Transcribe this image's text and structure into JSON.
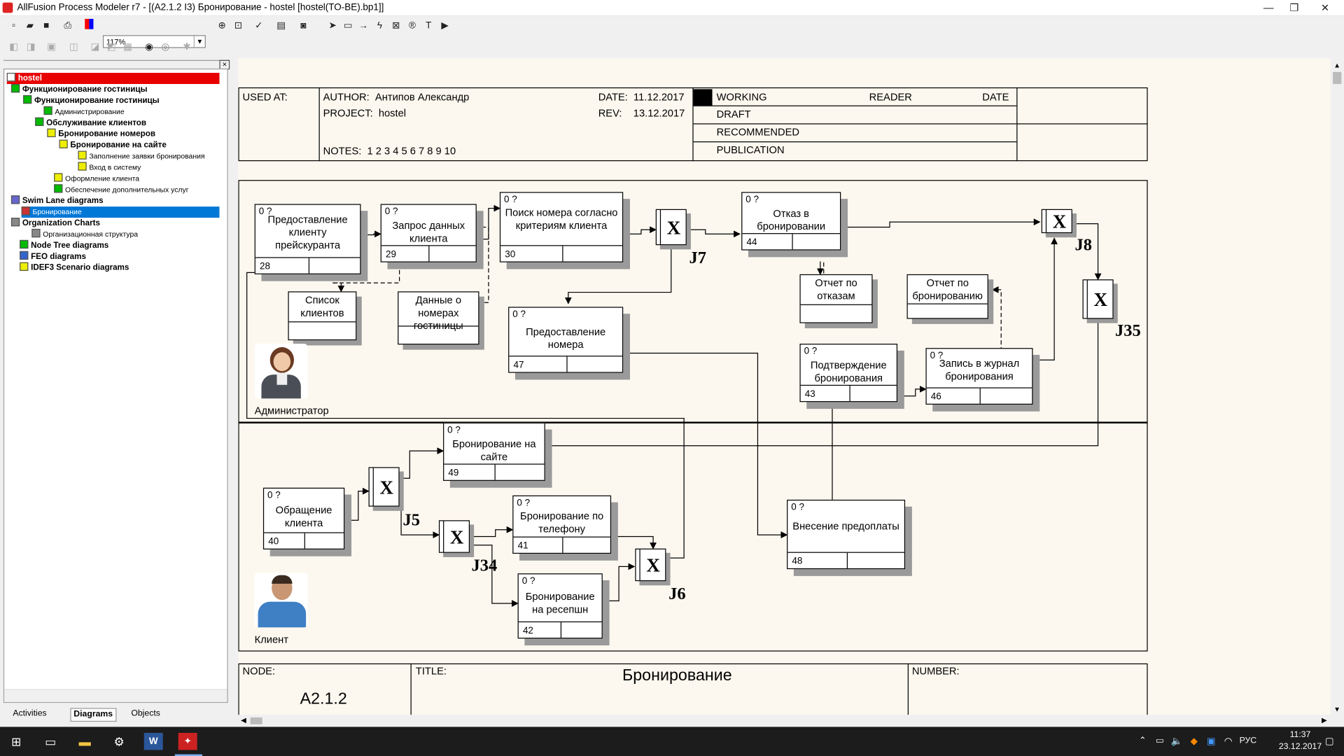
{
  "window": {
    "title": "AllFusion Process Modeler r7 - [(A2.1.2 I3) Бронирование - hostel  [hostel(TO-BE).bp1]]",
    "minimize": "—",
    "maximize": "❐",
    "close": "✕"
  },
  "toolbar": {
    "zoom_value": "117%"
  },
  "tree": {
    "root": "hostel",
    "items": [
      {
        "label": "Функционирование гостиницы"
      },
      {
        "label": "Функционирование гостиницы"
      },
      {
        "label": "Администрирование"
      },
      {
        "label": "Обслуживание клиентов"
      },
      {
        "label": "Бронирование номеров"
      },
      {
        "label": "Бронирование на сайте"
      },
      {
        "label": "Заполнение заявки бронирования"
      },
      {
        "label": "Вход в систему"
      },
      {
        "label": "Оформление клиента"
      },
      {
        "label": "Обеспечение дополнительных услуг"
      },
      {
        "label": "Swim Lane diagrams"
      },
      {
        "label": "Бронирование"
      },
      {
        "label": "Organization Charts"
      },
      {
        "label": "Организационная структура"
      },
      {
        "label": "Node Tree diagrams"
      },
      {
        "label": "FEO diagrams"
      },
      {
        "label": "IDEF3 Scenario diagrams"
      }
    ],
    "tabs": {
      "activities": "Activities",
      "diagrams": "Diagrams",
      "objects": "Objects"
    }
  },
  "header": {
    "used_at": "USED AT:",
    "author_label": "AUTHOR:",
    "author": "Антипов Александр",
    "project_label": "PROJECT:",
    "project": "hostel",
    "date_label": "DATE:",
    "date": "11.12.2017",
    "rev_label": "REV:",
    "rev": "13.12.2017",
    "notes_label": "NOTES:",
    "notes": "1  2  3  4  5  6  7  8  9  10",
    "working": "WORKING",
    "draft": "DRAFT",
    "recommended": "RECOMMENDED",
    "publication": "PUBLICATION",
    "reader": "READER",
    "reader_date": "DATE"
  },
  "diagram": {
    "q": "0 ?",
    "boxes": [
      {
        "text": "Предоставление клиенту прейскуранта",
        "num": "28"
      },
      {
        "text": "Запрос данных клиента",
        "num": "29"
      },
      {
        "text": "Поиск номера согласно критериям клиента",
        "num": "30"
      },
      {
        "text": "Отказ в бронировании",
        "num": "44"
      },
      {
        "text": "Предоставление номера",
        "num": "47"
      },
      {
        "text": "Подтверждение бронирования",
        "num": "43"
      },
      {
        "text": "Запись в журнал бронирования",
        "num": "46"
      },
      {
        "text": "Бронирование на сайте",
        "num": "49"
      },
      {
        "text": "Обращение клиента",
        "num": "40"
      },
      {
        "text": "Бронирование по телефону",
        "num": "41"
      },
      {
        "text": "Бронирование на ресепшн",
        "num": "42"
      },
      {
        "text": "Внесение предоплаты",
        "num": "48"
      }
    ],
    "data_stores": [
      {
        "text": "Список клиентов"
      },
      {
        "text": "Данные о номерах гостиницы"
      },
      {
        "text": "Отчет по отказам"
      },
      {
        "text": "Отчет по бронированию"
      }
    ],
    "junctions": {
      "x": "X",
      "j7": "J7",
      "j8": "J8",
      "j35": "J35",
      "j5": "J5",
      "j34": "J34",
      "j6": "J6"
    },
    "lanes": {
      "admin": "Администратор",
      "client": "Клиент"
    }
  },
  "footer": {
    "node_label": "NODE:",
    "node": "A2.1.2",
    "title_label": "TITLE:",
    "title": "Бронирование",
    "number_label": "NUMBER:"
  },
  "taskbar": {
    "lang": "РУС",
    "time": "11:37",
    "date": "23.12.2017"
  }
}
